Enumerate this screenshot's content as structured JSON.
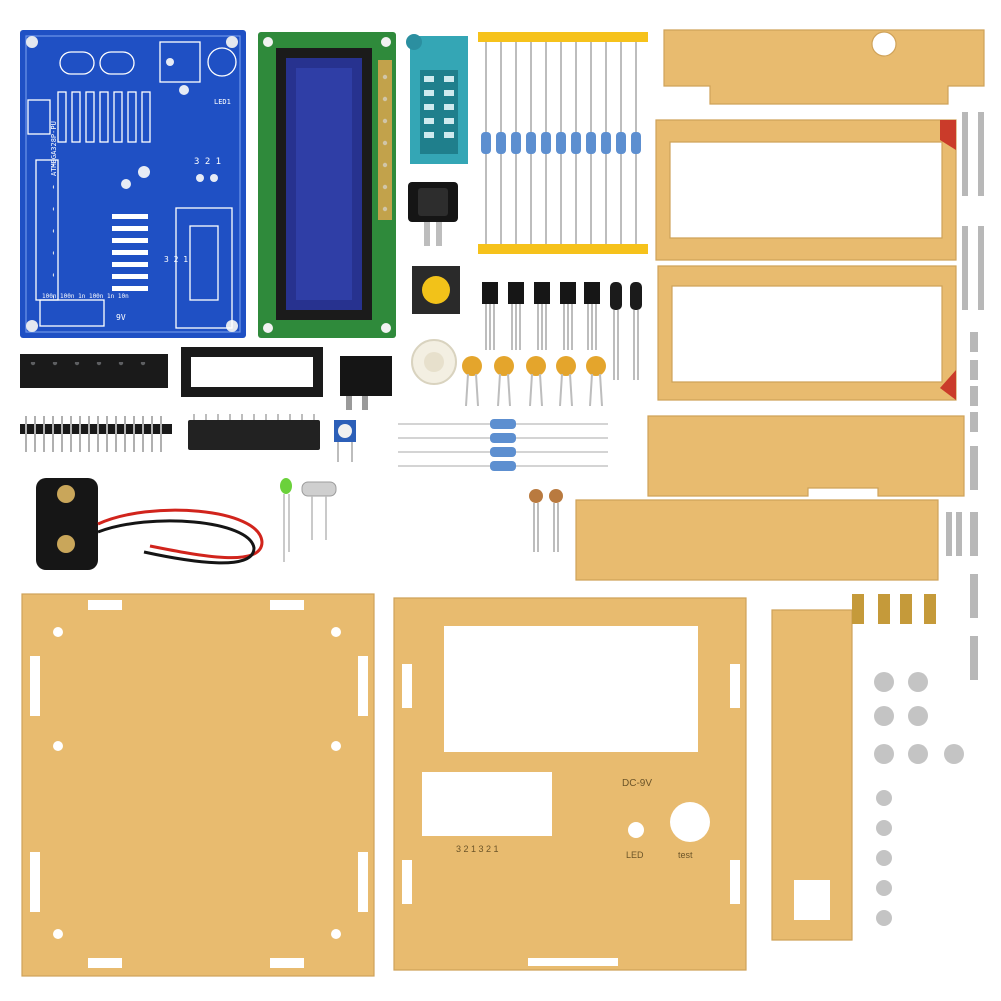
{
  "pcb": {
    "chip_label": "ATMEGA328P-PU",
    "pin_label": "3 2 1",
    "cap_row": "100n 100n 1n 100n 1n 10n",
    "power_label": "9V",
    "led_label": "LED1"
  },
  "front_panel": {
    "dc_label": "DC-9V",
    "pin_label": "3 2 1  3 2 1",
    "led_label": "LED",
    "test_label": "test"
  },
  "colors": {
    "pcb": "#1f50c4",
    "acrylic": "#e8bb6f",
    "lcd_screen": "#27328f",
    "lcd_pcb": "#2f8a3b",
    "header": "#1a1a1a",
    "resistor": "#5d8fd0",
    "ceramic_cap": "#e4a52c",
    "zif_socket": "#34a6b5",
    "metal": "#b8b8b8",
    "brass": "#c59a3a"
  },
  "icons": [
    "pcb",
    "lcd-module",
    "zif-socket",
    "rocker-switch",
    "push-button",
    "transistor",
    "electrolytic-capacitor",
    "ceramic-capacitor",
    "resistor",
    "pin-header",
    "ic-socket",
    "dc-jack",
    "microcontroller",
    "trimmer-potentiometer",
    "battery-clip",
    "led",
    "crystal",
    "acrylic-panel",
    "screw",
    "brass-standoff",
    "hex-nut"
  ]
}
